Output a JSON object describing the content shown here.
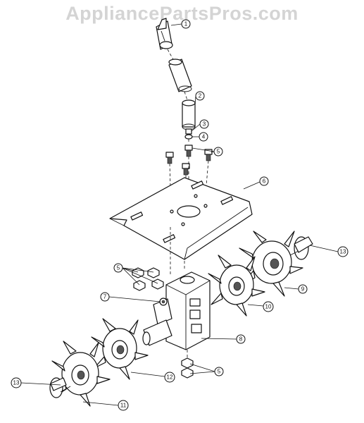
{
  "watermark": "AppliancePartsPros.com",
  "callouts": [
    "1",
    "2",
    "3",
    "4",
    "5",
    "6",
    "5",
    "7",
    "8",
    "9",
    "10",
    "13",
    "5",
    "12",
    "13",
    "11"
  ]
}
